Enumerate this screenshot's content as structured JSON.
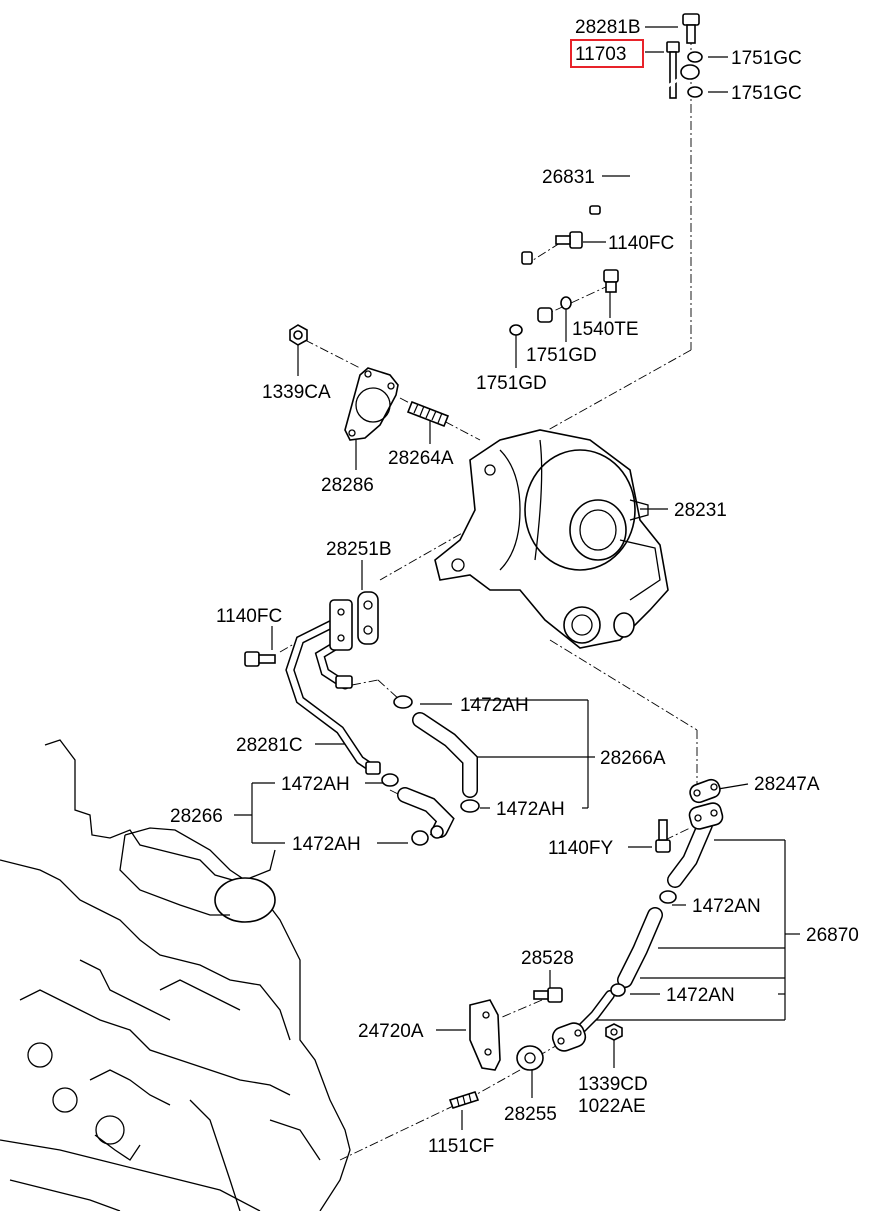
{
  "highlight_color": "#e8232a",
  "labels": {
    "p28281B": "28281B",
    "p11703": "11703",
    "p1751GC_a": "1751GC",
    "p1751GC_b": "1751GC",
    "p26831": "26831",
    "p1140FC_a": "1140FC",
    "p1540TE": "1540TE",
    "p1751GD_a": "1751GD",
    "p1751GD_b": "1751GD",
    "p1339CA": "1339CA",
    "p28286": "28286",
    "p28264A": "28264A",
    "p28231": "28231",
    "p28251B": "28251B",
    "p1140FC_b": "1140FC",
    "p1472AH_a": "1472AH",
    "p28281C": "28281C",
    "p28266A": "28266A",
    "p1472AH_b": "1472AH",
    "p28266": "28266",
    "p1472AH_c": "1472AH",
    "p1472AH_d": "1472AH",
    "p28247A": "28247A",
    "p1140FY": "1140FY",
    "p1472AN_a": "1472AN",
    "p26870": "26870",
    "p28528": "28528",
    "p1472AN_b": "1472AN",
    "p24720A": "24720A",
    "p1339CD": "1339CD",
    "p1022AE": "1022AE",
    "p28255": "28255",
    "p1151CF": "1151CF"
  }
}
